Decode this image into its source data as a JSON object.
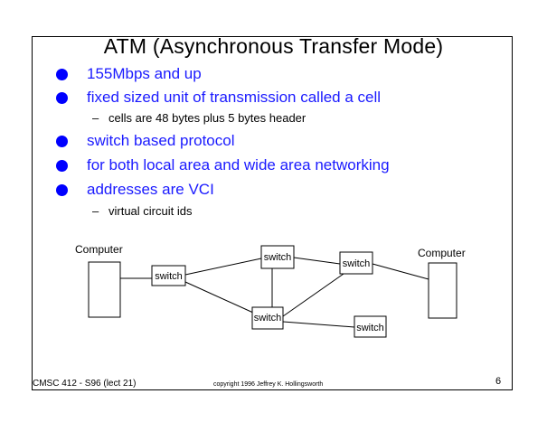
{
  "slide": {
    "title": "ATM (Asynchronous Transfer Mode)",
    "bullets": [
      {
        "text": "155Mbps and up"
      },
      {
        "text": "fixed sized unit of transmission called a cell",
        "sub": "cells are 48 bytes plus 5 bytes header"
      },
      {
        "text": "switch based protocol"
      },
      {
        "text": "for both local area and wide area networking"
      },
      {
        "text": "addresses are VCI",
        "sub": "virtual circuit ids"
      }
    ],
    "sub_dash": "–"
  },
  "diagram": {
    "computers": [
      "Computer",
      "Computer"
    ],
    "switches": [
      "switch",
      "switch",
      "switch",
      "switch",
      "switch"
    ]
  },
  "footer": {
    "left": "CMSC 412 - S96 (lect 21)",
    "center": "copyright 1996 Jeffrey K. Hollingsworth",
    "page": "6"
  },
  "colors": {
    "bullet": "#0000ff",
    "bullet_text": "#1a1aff"
  }
}
